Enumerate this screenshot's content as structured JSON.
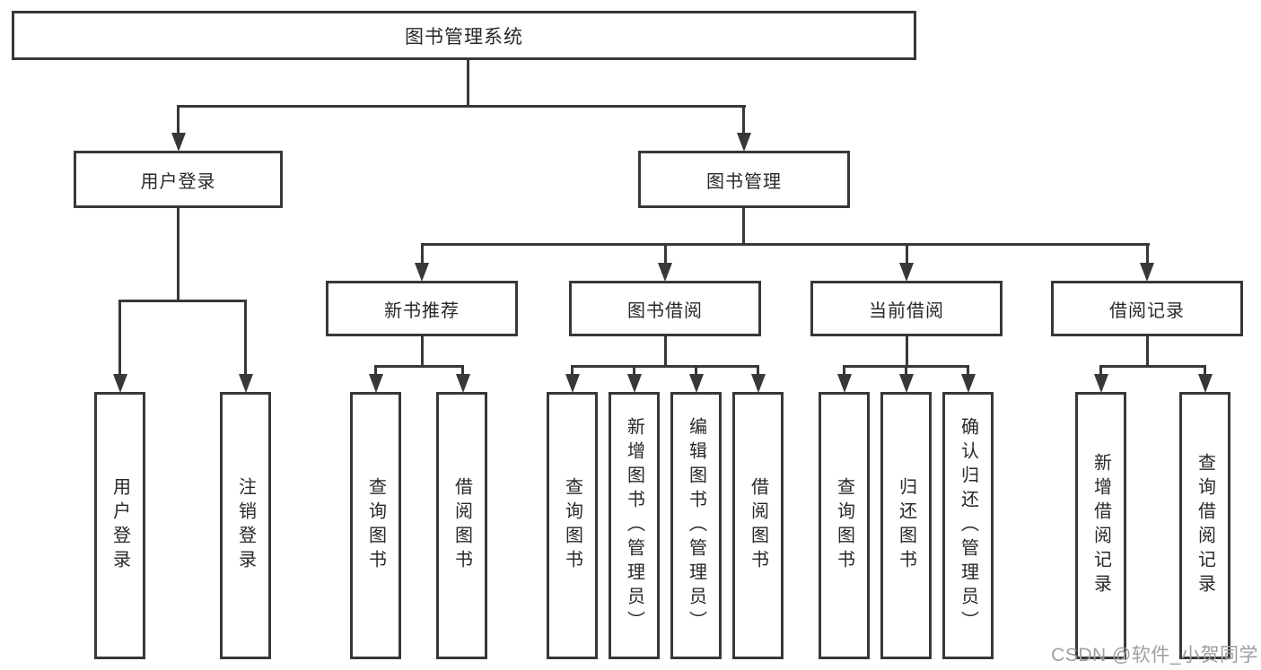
{
  "diagram": {
    "root": {
      "label": "图书管理系统"
    },
    "branches": [
      {
        "label": "用户登录",
        "children": [
          {
            "label": "用户登录"
          },
          {
            "label": "注销登录"
          }
        ]
      },
      {
        "label": "图书管理",
        "children": [
          {
            "label": "新书推荐",
            "children": [
              {
                "label": "查询图书"
              },
              {
                "label": "借阅图书"
              }
            ]
          },
          {
            "label": "图书借阅",
            "children": [
              {
                "label": "查询图书"
              },
              {
                "label": "新增图书（管理员）"
              },
              {
                "label": "编辑图书（管理员）"
              },
              {
                "label": "借阅图书"
              }
            ]
          },
          {
            "label": "当前借阅",
            "children": [
              {
                "label": "查询图书"
              },
              {
                "label": "归还图书"
              },
              {
                "label": "确认归还（管理员）"
              }
            ]
          },
          {
            "label": "借阅记录",
            "children": [
              {
                "label": "新增借阅记录"
              },
              {
                "label": "查询借阅记录"
              }
            ]
          }
        ]
      }
    ]
  },
  "watermark": {
    "text": "CSDN @软件_小贺同学"
  },
  "colors": {
    "line": "#383838",
    "text": "#282828",
    "watermark": "#9e9e9e",
    "background": "#ffffff"
  }
}
